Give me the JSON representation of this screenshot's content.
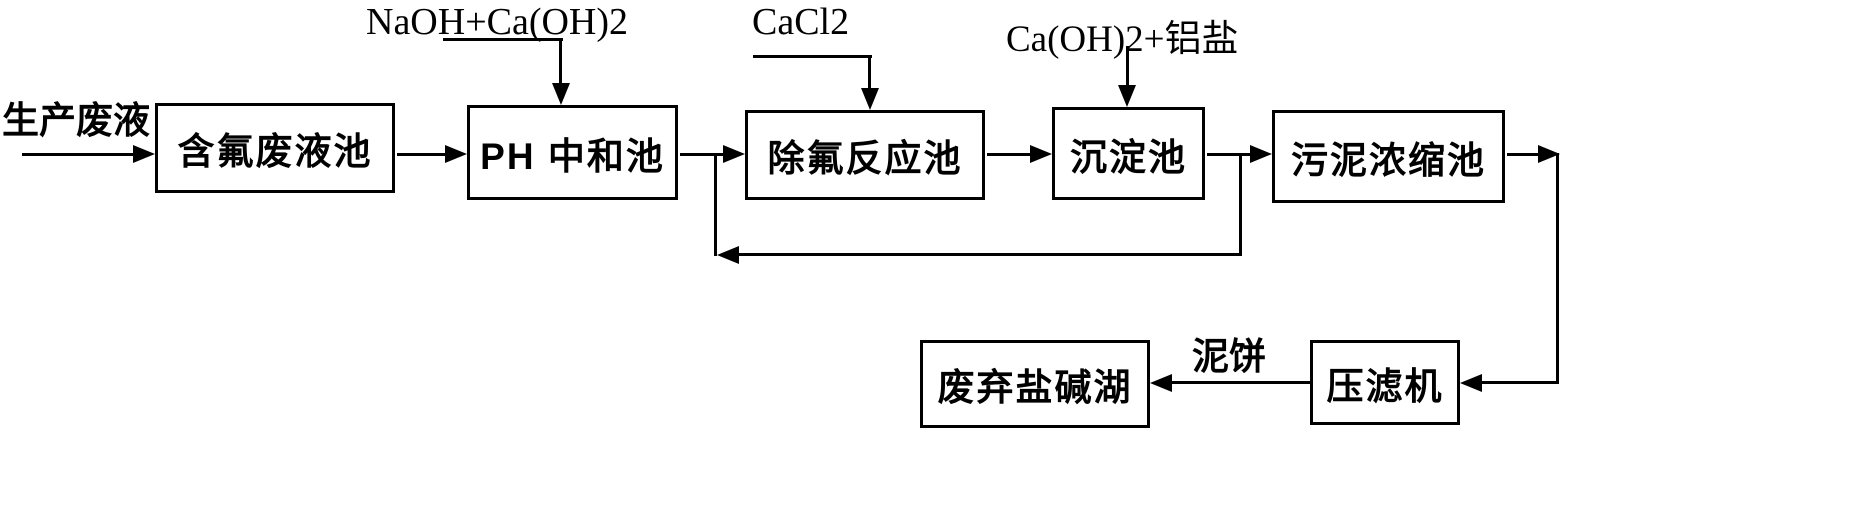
{
  "diagram": {
    "input_label": "生产废液",
    "boxes": [
      {
        "label": "含氟废液池"
      },
      {
        "label": "PH 中和池"
      },
      {
        "label": "除氟反应池"
      },
      {
        "label": "沉淀池"
      },
      {
        "label": "污泥浓缩池"
      },
      {
        "label": "压滤机"
      },
      {
        "label": "废弃盐碱湖"
      }
    ],
    "reagents": [
      {
        "label": "NaOH+Ca(OH)2"
      },
      {
        "label": "CaCl2"
      },
      {
        "label": "Ca(OH)2+铝盐"
      }
    ],
    "flow_labels": [
      {
        "label": "泥饼"
      }
    ]
  }
}
